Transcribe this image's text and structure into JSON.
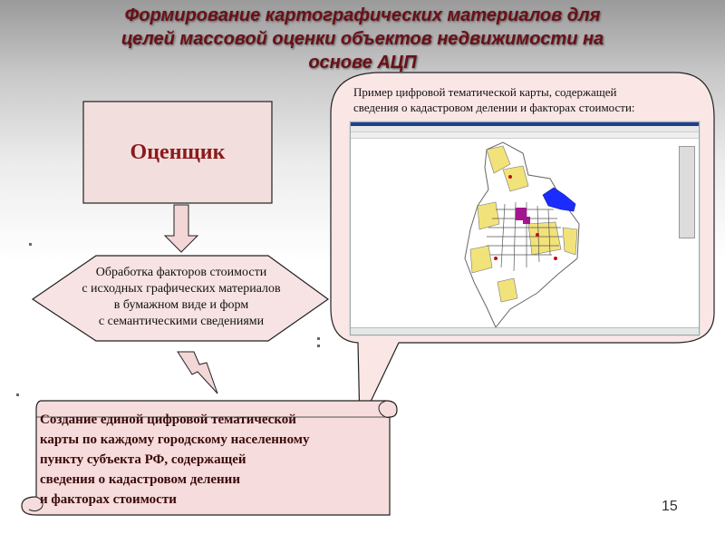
{
  "slide": {
    "title_lines": [
      "Формирование картографических материалов для",
      "целей массовой оценки объектов недвижимости на",
      "основе АЦП"
    ],
    "page_number": "15"
  },
  "diagram": {
    "role": {
      "label": "Оценщик"
    },
    "process": {
      "lines": [
        "Обработка факторов стоимости",
        "с исходных  графических материалов",
        "в бумажном виде и форм",
        "с семантическими сведениями"
      ]
    },
    "result": {
      "lines": [
        "Создание единой цифровой тематической",
        "карты по каждому городскому населенному",
        "пункту субъекта РФ, содержащей",
        "сведения о кадастровом делении",
        "и факторах стоимости"
      ]
    },
    "callout": {
      "lines": [
        "Пример цифровой тематической карты, содержащей",
        "сведения о кадастровом делении и факторах стоимости:"
      ]
    }
  },
  "colors": {
    "title": "#6b0f17",
    "role_fill": "#f3dede",
    "process_fill": "#f7e3e3",
    "scroll_fill": "#f6dcdc",
    "callout_fill": "#fbe6e6",
    "arrow_fill": "#f3d6d6",
    "map_blocks": "#f2e27a",
    "map_water": "#1a2cff",
    "map_highlight": "#a3168e"
  }
}
